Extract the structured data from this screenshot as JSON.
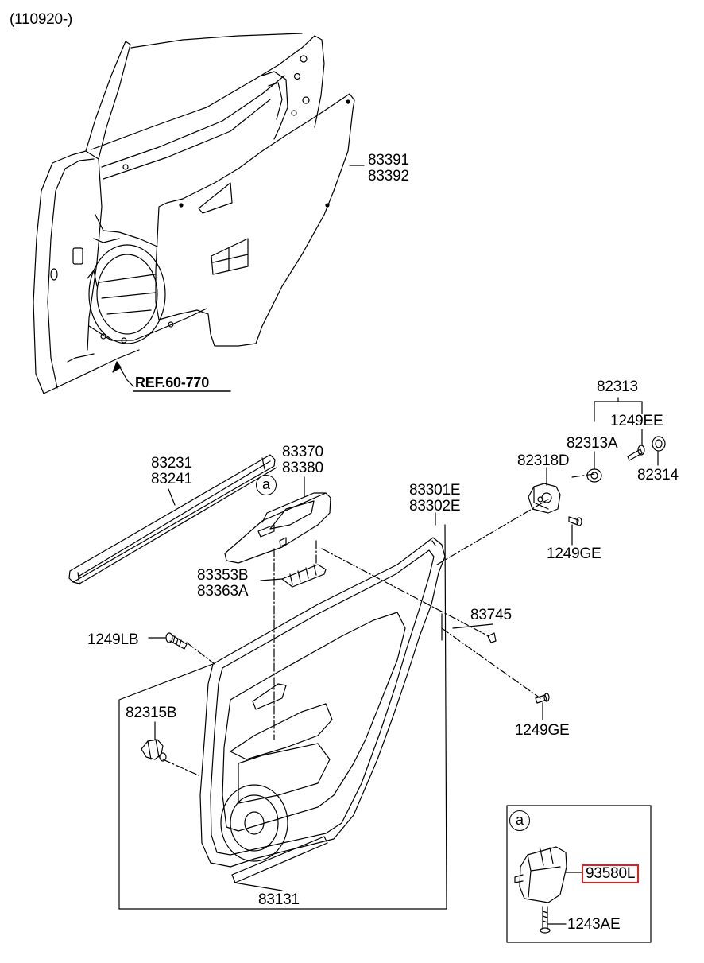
{
  "header": {
    "date_code": "(110920-)"
  },
  "labels": {
    "p83391": "83391",
    "p83392": "83392",
    "ref": "REF.60-770",
    "p82313": "82313",
    "p1249ee": "1249EE",
    "p82313a": "82313A",
    "p82318d": "82318D",
    "p82314": "82314",
    "p1249ge_1": "1249GE",
    "p83231": "83231",
    "p83241": "83241",
    "p83370": "83370",
    "p83380": "83380",
    "p83301e": "83301E",
    "p83302e": "83302E",
    "p83353b": "83353B",
    "p83363a": "83363A",
    "p83745": "83745",
    "p1249lb": "1249LB",
    "p82315b": "82315B",
    "p1249ge_2": "1249GE",
    "p83131": "83131",
    "p93580l": "93580L",
    "p1243ae": "1243AE"
  },
  "callouts": {
    "a_main": "a",
    "a_detail": "a"
  },
  "colors": {
    "highlight": "#e0201c",
    "line": "#000000"
  }
}
